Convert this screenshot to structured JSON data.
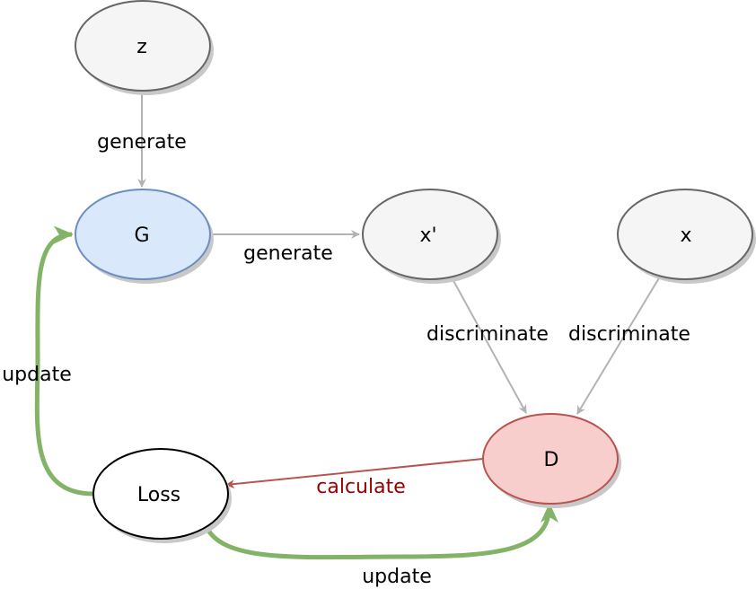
{
  "diagram": {
    "nodes": {
      "z": {
        "label": "z",
        "fill": "#f5f5f5",
        "stroke": "#666666"
      },
      "G": {
        "label": "G",
        "fill": "#dae8fc",
        "stroke": "#6c8ebf"
      },
      "xp": {
        "label": "x'",
        "fill": "#f5f5f5",
        "stroke": "#666666"
      },
      "x": {
        "label": "x",
        "fill": "#f5f5f5",
        "stroke": "#666666"
      },
      "D": {
        "label": "D",
        "fill": "#f8cecc",
        "stroke": "#b85450"
      },
      "loss": {
        "label": "Loss",
        "fill": "#ffffff",
        "stroke": "#000000"
      }
    },
    "edges": {
      "z_to_G": {
        "label": "generate",
        "color": "#b3b3b3"
      },
      "G_to_xp": {
        "label": "generate",
        "color": "#b3b3b3"
      },
      "xp_to_D": {
        "label": "discriminate",
        "color": "#b3b3b3"
      },
      "x_to_D": {
        "label": "discriminate",
        "color": "#b3b3b3"
      },
      "D_to_loss": {
        "label": "calculate",
        "color": "#990000",
        "stroke": "#b85450"
      },
      "loss_to_G": {
        "label": "update",
        "color": "#82b366"
      },
      "loss_to_D": {
        "label": "update",
        "color": "#82b366"
      }
    }
  }
}
